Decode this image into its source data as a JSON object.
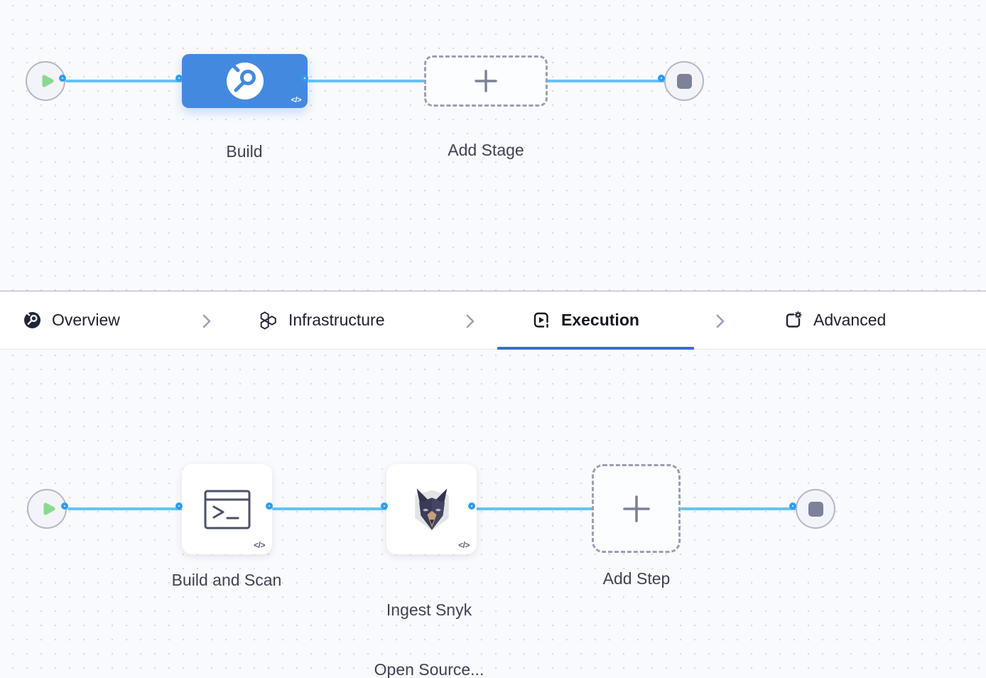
{
  "stage_pipeline": {
    "nodes": [
      {
        "id": "build",
        "label": "Build",
        "icon": "ci-build-stage-icon",
        "badge": "</>"
      },
      {
        "id": "add-stage",
        "label": "Add Stage",
        "icon": "plus-icon"
      }
    ]
  },
  "tab_bar": {
    "tabs": [
      {
        "label": "Overview",
        "icon": "overview-icon",
        "active": false
      },
      {
        "label": "Infrastructure",
        "icon": "infrastructure-icon",
        "active": false
      },
      {
        "label": "Execution",
        "icon": "execution-icon",
        "active": true
      },
      {
        "label": "Advanced",
        "icon": "advanced-icon",
        "active": false
      }
    ]
  },
  "step_pipeline": {
    "nodes": [
      {
        "id": "build-and-scan",
        "label": "Build and Scan",
        "icon": "terminal-icon",
        "badge": "</>"
      },
      {
        "id": "ingest-snyk",
        "label_line1": "Ingest Snyk",
        "label_line2": "Open Source...",
        "icon": "snyk-dog-icon",
        "badge": "</>"
      },
      {
        "id": "add-step",
        "label": "Add Step",
        "icon": "plus-icon"
      }
    ]
  },
  "colors": {
    "stage_blue": "#4389e0",
    "edge_blue": "#67c3f2",
    "connector_blue": "#2e9df2",
    "underline_blue": "#3b6bd7",
    "play_green": "#8bd98d",
    "stop_gray": "#7d8199"
  }
}
